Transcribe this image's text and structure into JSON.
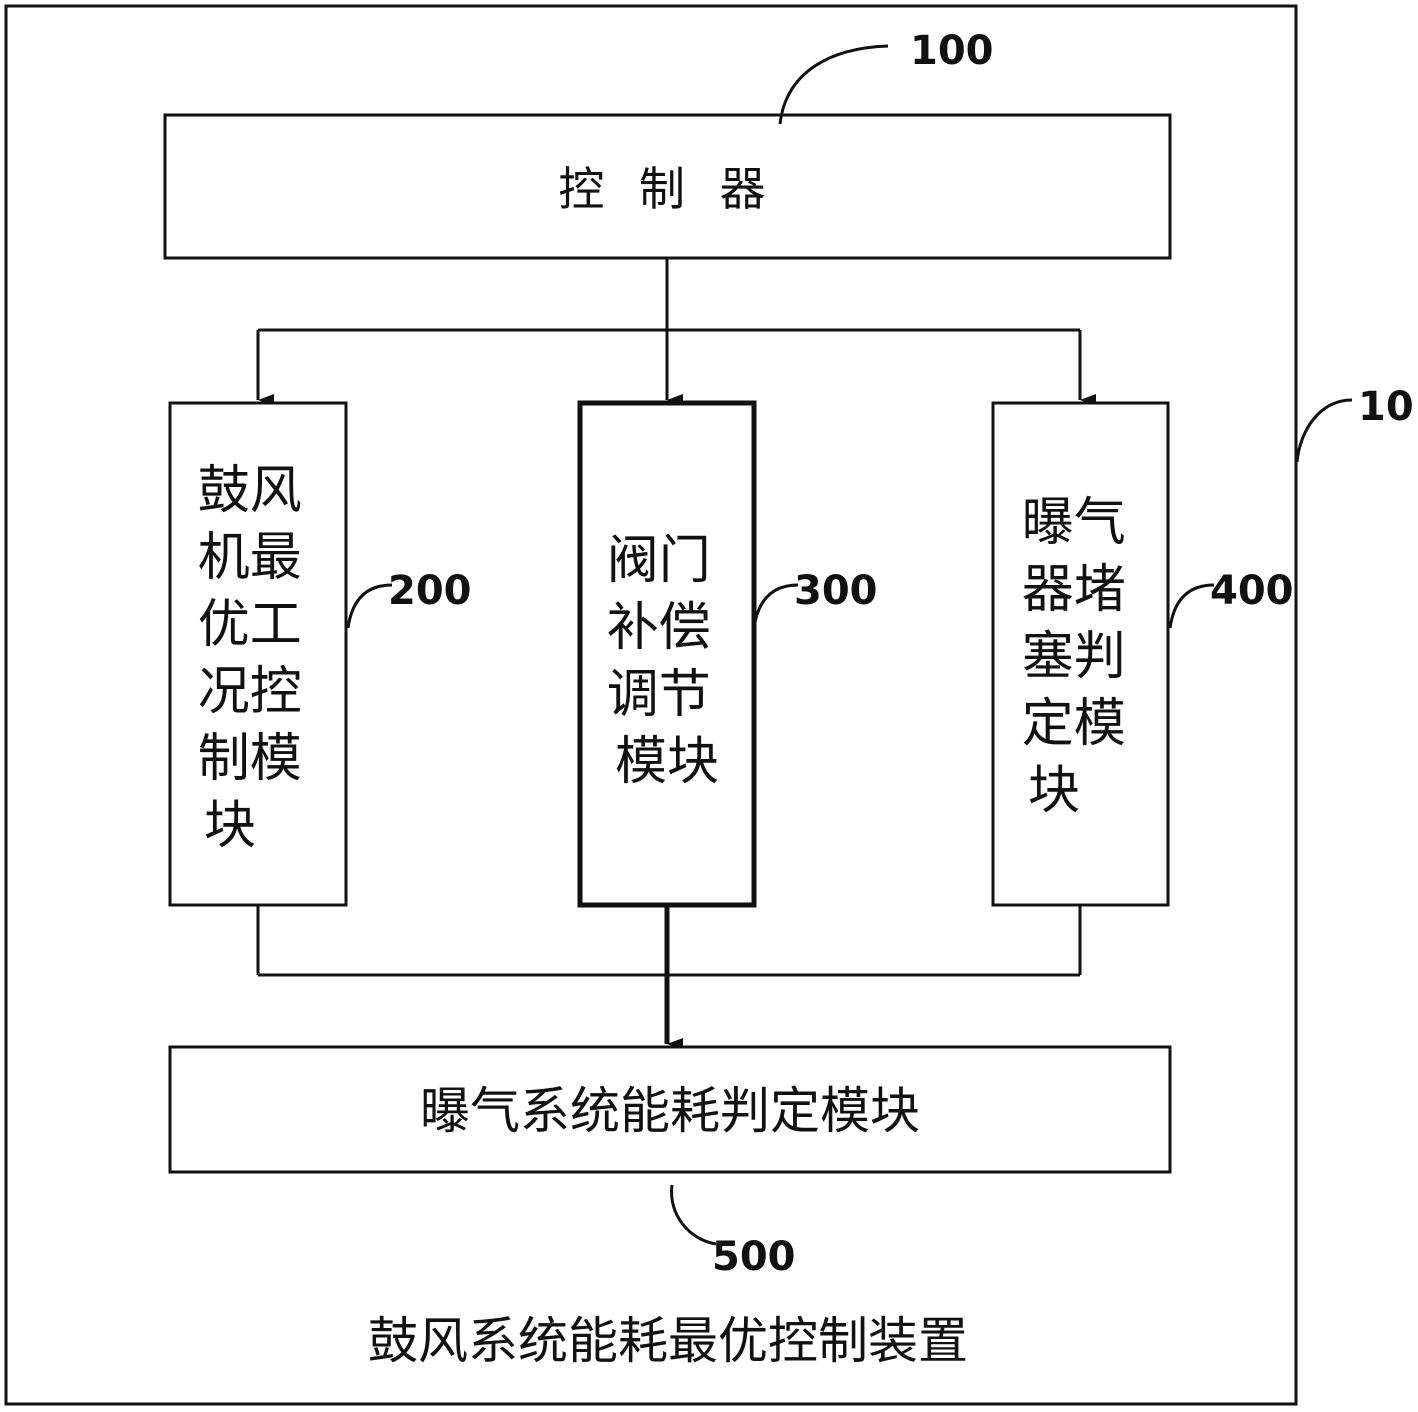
{
  "device": {
    "ref": "10",
    "caption": "鼓风系统能耗最优控制装置"
  },
  "controller": {
    "ref": "100",
    "label": "控 制 器"
  },
  "modules": [
    {
      "ref": "200",
      "lines": [
        "鼓风",
        "机最",
        "优工",
        "况控",
        "制模",
        "块"
      ]
    },
    {
      "ref": "300",
      "lines": [
        "阀门",
        "补偿",
        "调节",
        "模块"
      ]
    },
    {
      "ref": "400",
      "lines": [
        "曝气",
        "器堵",
        "塞判",
        "定模",
        "块"
      ]
    }
  ],
  "energy_module": {
    "ref": "500",
    "label": "曝气系统能耗判定模块"
  }
}
